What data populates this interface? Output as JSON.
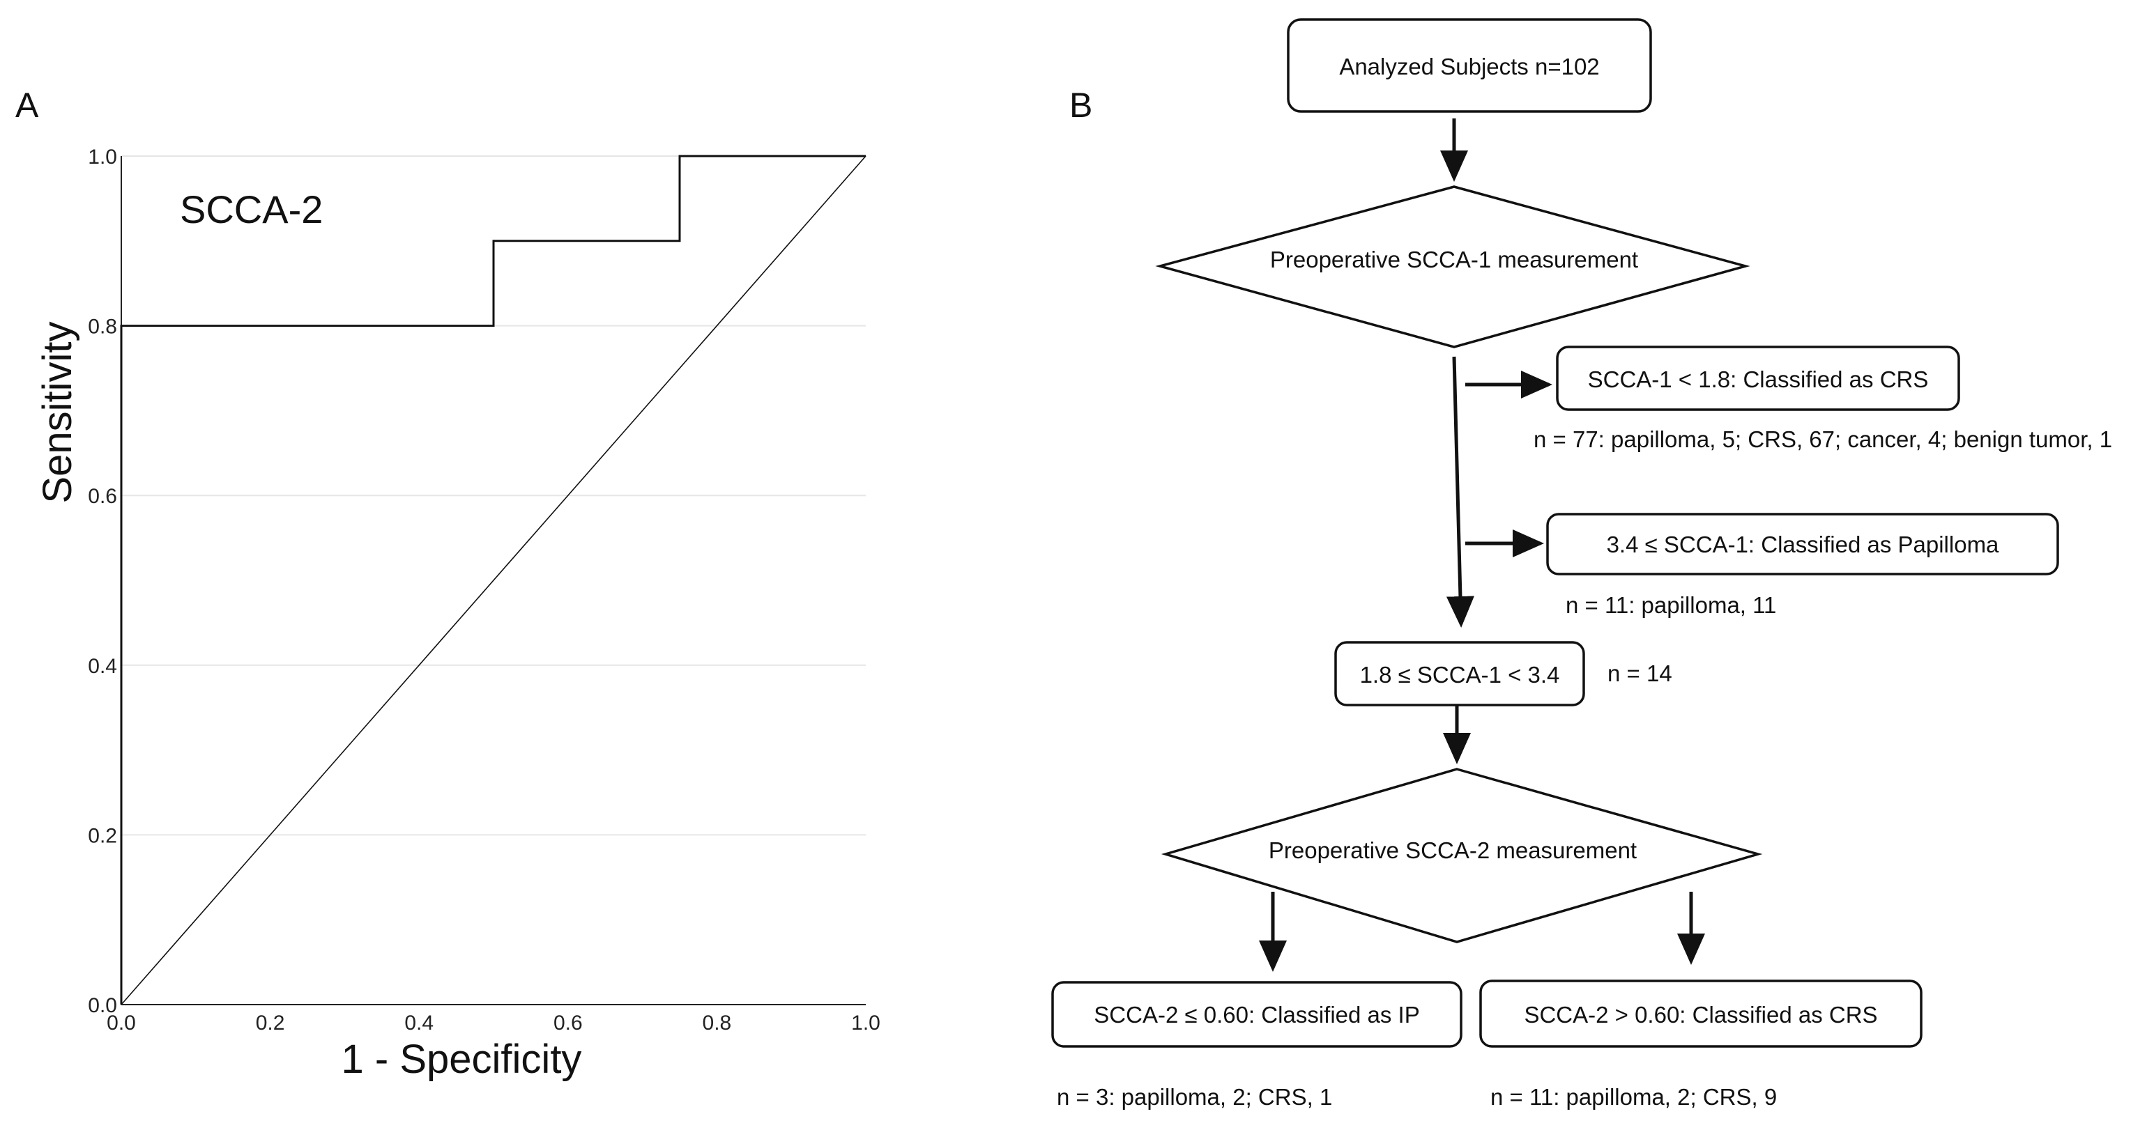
{
  "panels": {
    "a_label": "A",
    "b_label": "B"
  },
  "chart_data": {
    "type": "line",
    "title": "SCCA-2",
    "xlabel": "1 - Specificity",
    "ylabel": "Sensitivity",
    "xlim": [
      0.0,
      1.0
    ],
    "ylim": [
      0.0,
      1.0
    ],
    "xticks": [
      "0.0",
      "0.2",
      "0.4",
      "0.6",
      "0.8",
      "1.0"
    ],
    "yticks": [
      "0.0",
      "0.2",
      "0.4",
      "0.6",
      "0.8",
      "1.0"
    ],
    "grid": "horizontal",
    "series": [
      {
        "style": "step",
        "x": [
          0.0,
          0.0,
          0.5,
          0.5,
          0.75,
          0.75,
          1.0
        ],
        "y": [
          0.0,
          0.8,
          0.8,
          0.9,
          0.9,
          1.0,
          1.0
        ]
      },
      {
        "style": "reference-diagonal",
        "x": [
          0.0,
          1.0
        ],
        "y": [
          0.0,
          1.0
        ]
      }
    ]
  },
  "flowchart": {
    "nodes": {
      "subjects": "Analyzed Subjects n=102",
      "scca1_measure": "Preoperative SCCA-1 measurement",
      "crs_branch": "SCCA-1 < 1.8: Classified as CRS",
      "papilloma_branch": "3.4 ≤ SCCA-1: Classified as Papilloma",
      "intermediate": "1.8 ≤ SCCA-1 < 3.4",
      "scca2_measure": "Preoperative SCCA-2 measurement",
      "ip_branch": "SCCA-2 ≤ 0.60: Classified as IP",
      "crs2_branch": "SCCA-2 > 0.60: Classified as CRS"
    },
    "notes": {
      "crs_counts": "n = 77: papilloma, 5; CRS, 67; cancer, 4; benign tumor, 1",
      "papilloma_counts": "n = 11: papilloma, 11",
      "intermediate_count": "n = 14",
      "ip_counts": "n = 3: papilloma, 2; CRS, 1",
      "crs2_counts": "n = 11: papilloma, 2; CRS, 9"
    }
  }
}
